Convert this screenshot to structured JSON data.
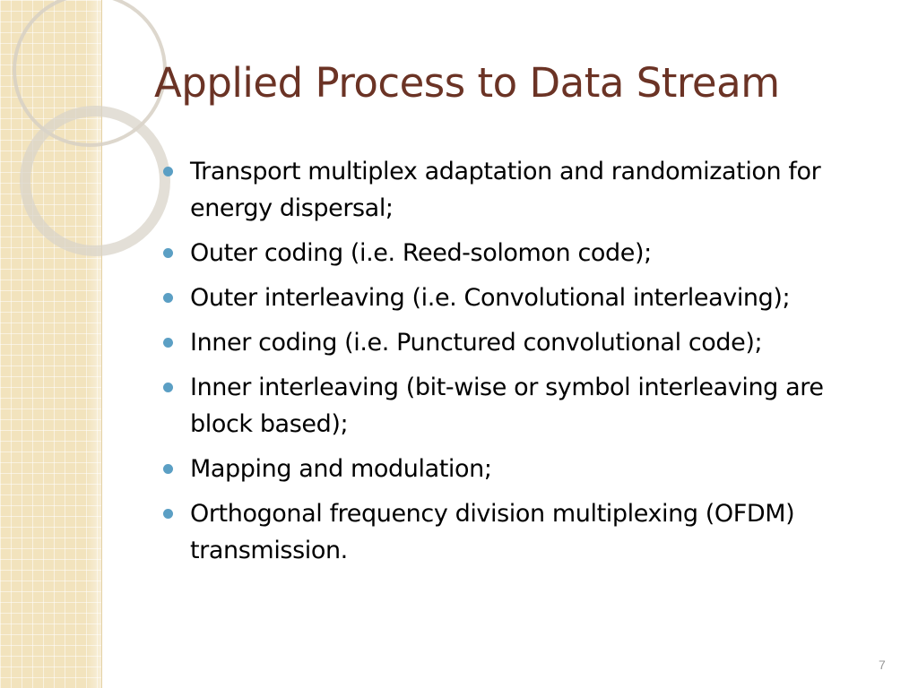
{
  "slide": {
    "title": "Applied Process to Data Stream",
    "bullets": [
      "Transport multiplex adaptation and randomization for energy dispersal;",
      "Outer coding (i.e. Reed-solomon code);",
      "Outer interleaving (i.e. Convolutional interleaving);",
      "Inner coding (i.e. Punctured convolutional code);",
      "Inner interleaving (bit-wise or symbol interleaving are block based);",
      "Mapping and modulation;",
      "Orthogonal frequency division multiplexing (OFDM) transmission."
    ],
    "page_number": "7"
  },
  "colors": {
    "title": "#6b3325",
    "bullet_marker": "#5b9fc4",
    "side_band": "#f2e3bd",
    "page_number": "#999999"
  }
}
